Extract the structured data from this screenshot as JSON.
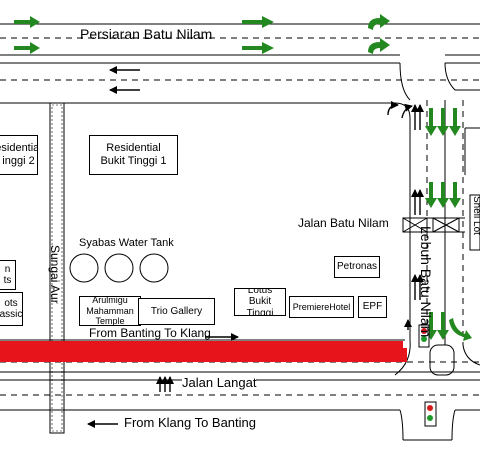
{
  "roads": {
    "top_road": "Persiaran Batu Nilam",
    "jalan_batu_nilam": "Jalan Batu Nilam",
    "lebuh_batu_nilam": "Lebuh Batu Nilam",
    "jalan_langat": "Jalan Langat",
    "sungai_aur": "Sungai Aur"
  },
  "directions": {
    "banting_to_klang": "From Banting To Klang",
    "klang_to_banting": "From Klang To Banting"
  },
  "places": {
    "residential_2": [
      "esidential",
      "inggi 2"
    ],
    "residential_1": [
      "Residential",
      "Bukit Tinggi 1"
    ],
    "water_tank": "Syabas Water Tank",
    "temple": [
      "Arulmigu",
      "Mahamman",
      "Temple"
    ],
    "trio": "Trio Gallery",
    "lotus": [
      "Lotus",
      "Bukit Tinggi"
    ],
    "premier": "PremiereHotel",
    "epf": "EPF",
    "petronas": "Petronas",
    "left_partial": [
      "n",
      "ts"
    ],
    "left_partial_2": [
      "ots",
      "assic"
    ],
    "right_partial": "Shell Lot"
  },
  "colors": {
    "congestion": "#e8141c",
    "arrow_green": "#22881f",
    "signal_red": "#d41a1a",
    "signal_green": "#1e9a2a"
  }
}
